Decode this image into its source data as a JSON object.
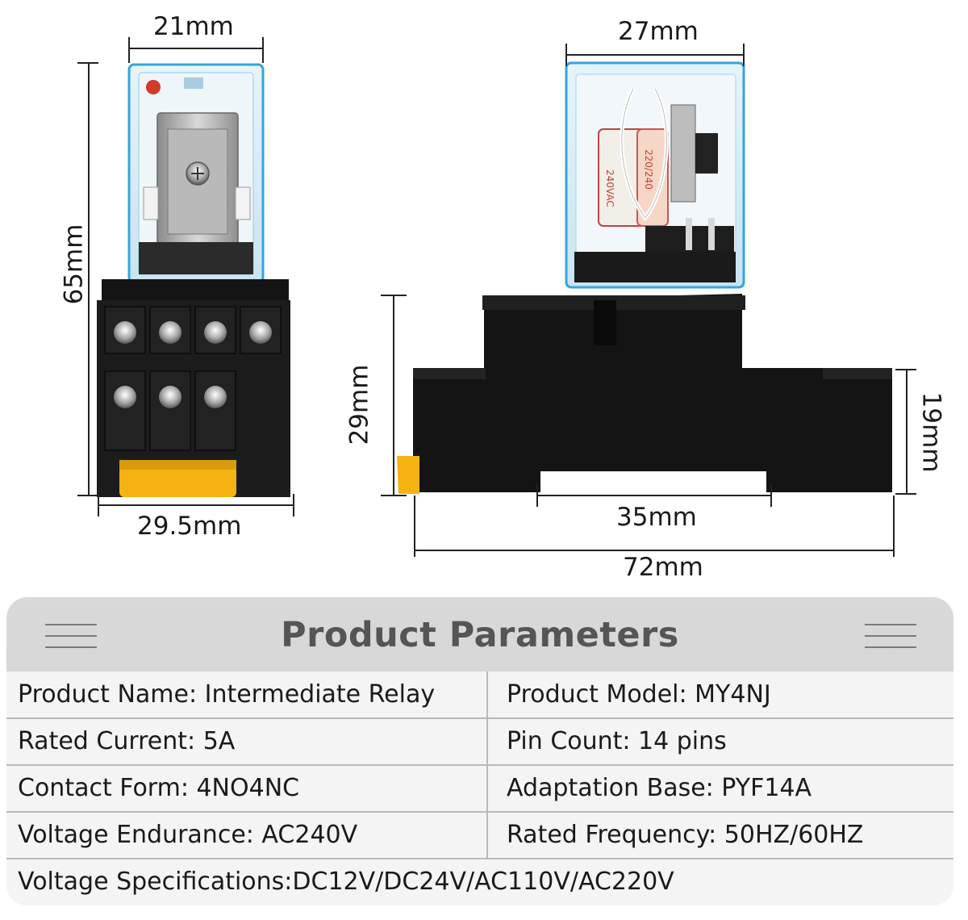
{
  "dimensions": {
    "front_top_width": "21mm",
    "front_height": "65mm",
    "front_base_width": "29.5mm",
    "side_top_width": "27mm",
    "side_base_height": "29mm",
    "side_lower_height": "19mm",
    "side_rail_width": "35mm",
    "side_total_width": "72mm"
  },
  "relay_labels": {
    "coil_a": "240VAC",
    "coil_b": "220/240"
  },
  "panel": {
    "title": "Product Parameters",
    "rows": [
      {
        "left": "Product Name: Intermediate Relay",
        "right": "Product Model: MY4NJ"
      },
      {
        "left": "Rated Current: 5A",
        "right": "Pin Count: 14 pins"
      },
      {
        "left": "Contact Form: 4NO4NC",
        "right": "Adaptation Base: PYF14A"
      },
      {
        "left": "Voltage Endurance: AC240V",
        "right": "Rated Frequency: 50HZ/60HZ"
      }
    ],
    "full_row": "Voltage Specifications:DC12V/DC24V/AC110V/AC220V"
  },
  "colors": {
    "relay_cover": "#cfe9f7",
    "relay_edge": "#36a4dc",
    "base_black": "#141414",
    "clip_yellow": "#f5b312",
    "panel_bg": "#d6d6d6",
    "table_bg": "#f4f4f4"
  }
}
